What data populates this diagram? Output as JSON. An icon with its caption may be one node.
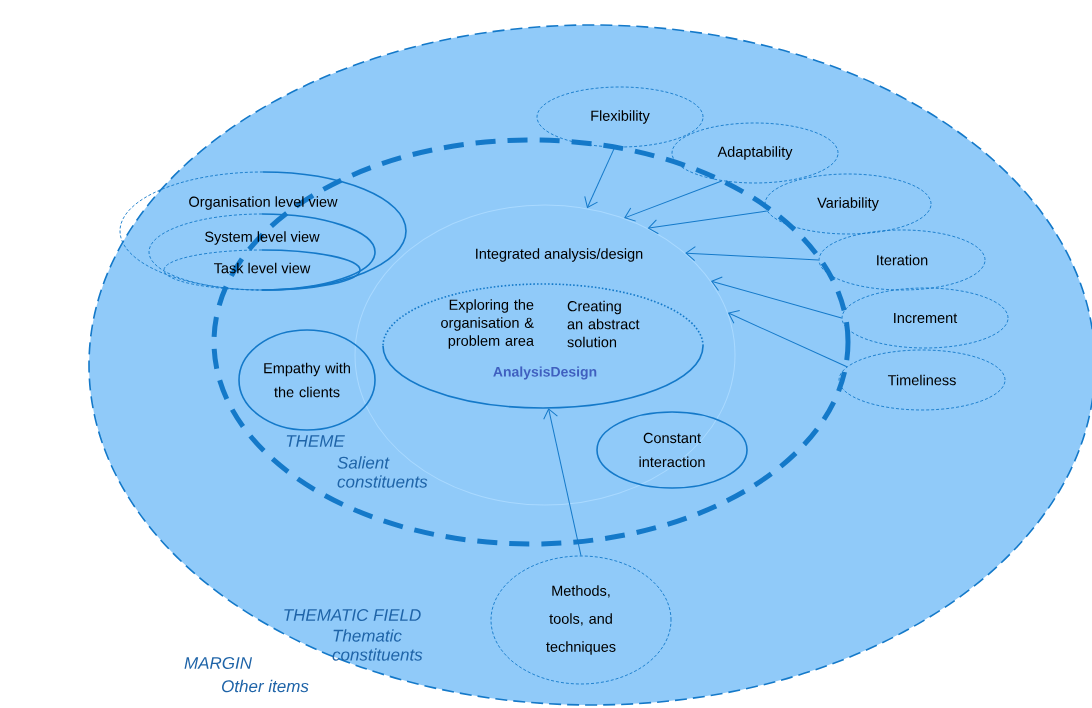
{
  "diagram": {
    "nodes": [
      {
        "text": [
          "THEMATIC FIELD",
          "Thematic constituents"
        ]
      },
      {
        "text": [
          "THEME",
          "Salient constituents"
        ],
        "in": 0
      },
      {
        "text": [
          "Integrated analysis/design"
        ],
        "in": 1
      },
      {
        "text": [
          "Exploring the organisation & problem area",
          "Creating an abstract solution",
          "AnalysisDesign"
        ],
        "in": 2
      },
      {
        "text": [
          "Organisation level view"
        ],
        "in": 0
      },
      {
        "text": [
          "System level view"
        ],
        "in": 4
      },
      {
        "text": [
          "Task level view"
        ],
        "in": 5
      },
      {
        "text": [
          "Empathy with the clients"
        ],
        "in": 1
      },
      {
        "text": [
          "Constant interaction"
        ],
        "in": 1
      },
      {
        "text": [
          "Flexibility"
        ],
        "in": 0
      },
      {
        "text": [
          "Adaptability"
        ],
        "in": 0
      },
      {
        "text": [
          "Variability"
        ],
        "in": 0
      },
      {
        "text": [
          "Iteration"
        ],
        "in": 0
      },
      {
        "text": [
          "Increment"
        ],
        "in": 0
      },
      {
        "text": [
          "Timeliness"
        ],
        "in": 0
      },
      {
        "text": [
          "Methods, tools, and techniques"
        ],
        "in": 0
      }
    ],
    "edges": [
      {
        "from": 9,
        "to": 2,
        "arrow": "to"
      },
      {
        "from": 10,
        "to": 2,
        "arrow": "to"
      },
      {
        "from": 11,
        "to": 2,
        "arrow": "to"
      },
      {
        "from": 12,
        "to": 2,
        "arrow": "to"
      },
      {
        "from": 13,
        "to": 2,
        "arrow": "to"
      },
      {
        "from": 14,
        "to": 2,
        "arrow": "to"
      },
      {
        "from": 15,
        "to": 3,
        "arrow": "to"
      }
    ],
    "labels": [
      "MARGIN",
      "Other items"
    ]
  }
}
